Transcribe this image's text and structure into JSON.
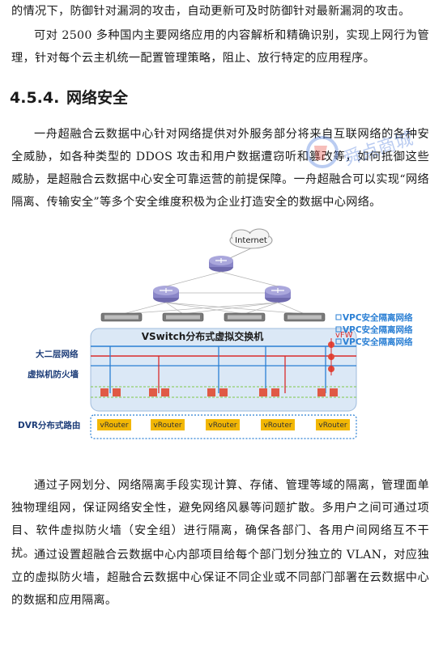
{
  "paragraph_top": "的情况下，防御针对漏洞的攻击，自动更新可及时防御针对最新漏洞的攻击。",
  "paragraph_2": "可对 2500 多种国内主要网络应用的内容解析和精确识别，实现上网行为管理，针对每个云主机统一配置管理策略，阻止、放行特定的应用程序。",
  "section": {
    "number": "4.5.4.",
    "title": "网络安全"
  },
  "paragraph_3": "一舟超融合云数据中心针对网络提供对外服务部分将来自互联网络的各种安全威胁，如各种类型的 DDOS 攻击和用户数据遭窃听和篡改等，如何抵御这些威胁，是超融合云数据中心安全可靠运营的前提保障。一舟超融合可以实现“网络隔离、传输安全”等多个安全维度积极为企业打造安全的数据中心网络。",
  "diagram": {
    "internet": "Internet",
    "vswitch": "VSwitch分布式虚拟交换机",
    "vfw": "vFW",
    "vpc_labels": [
      "VPC安全隔离网络",
      "VPC安全隔离网络",
      "VPC安全隔离网络"
    ],
    "left_labels": [
      "大二层网络",
      "虚拟机防火墙",
      "DVR分布式路由"
    ],
    "vrouters": [
      "vRouter",
      "vRouter",
      "vRouter",
      "vRouter",
      "vRouter"
    ]
  },
  "watermark": {
    "text": "舜点商城"
  },
  "paragraph_4": "通过子网划分、网络隔离手段实现计算、存储、管理等域的隔离，管理面单独物理组网，保证网络安全性，避免网络风暴等问题扩散。多用户之间可通过项目、软件虚拟防火墙（安全组）进行隔离，确保各部门、各用户间网络互不干扰。",
  "paragraph_5": "通过设置超融合云数据中心内部项目给每个部门划分独立的 VLAN，对应独立的虚拟防火墙，超融合云数据中心保证不同企业或不同部门部署在云数据中心的数据和应用隔离。",
  "colors": {
    "vpc_blue": "#2a7fd4",
    "red": "#d92b2b",
    "router_purple": "#8a86c8",
    "vrouter_gold": "#f2b705",
    "panel": "#dbe8f6"
  }
}
